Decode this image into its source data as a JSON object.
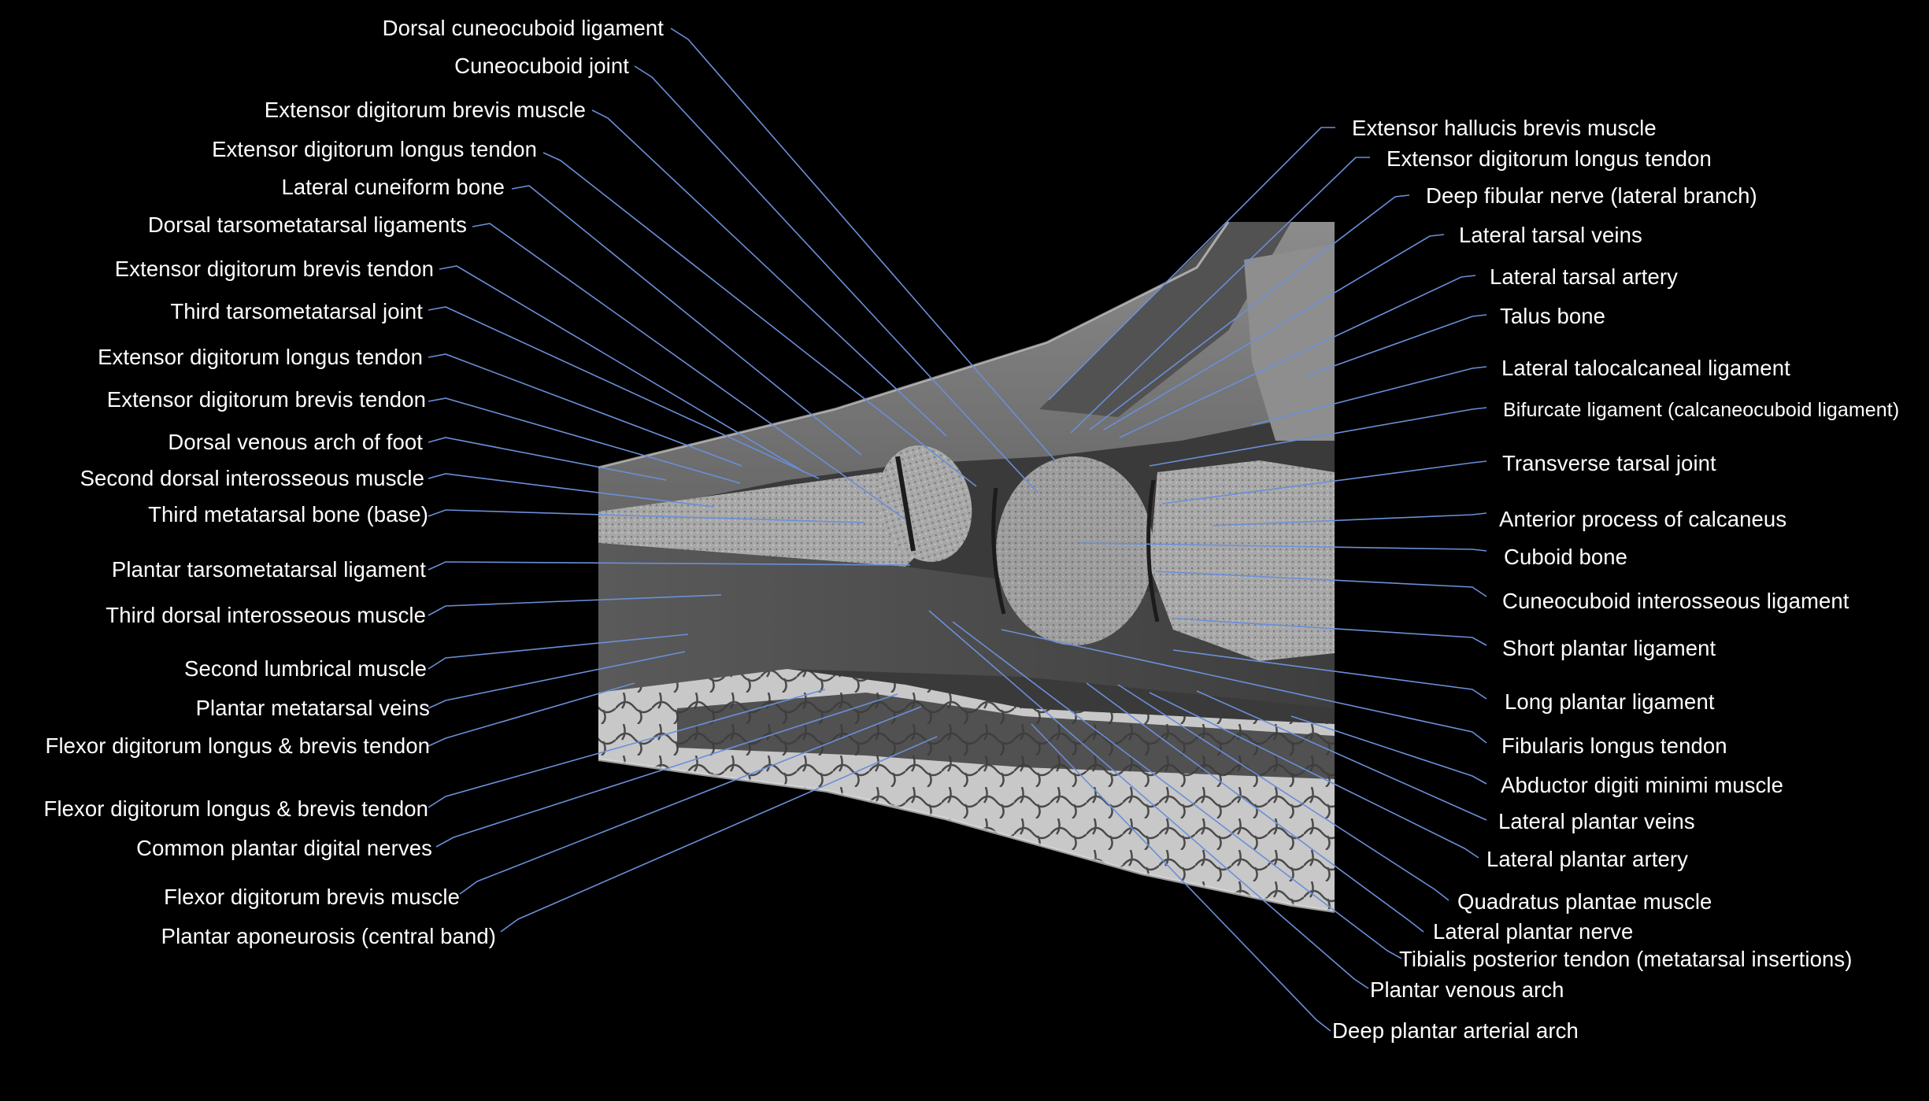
{
  "colors": {
    "background": "#000000",
    "leader_line": "#6a8fd8",
    "label_text": "#ffffff"
  },
  "image": {
    "description_icon": "mri-foot-sagittal-image"
  },
  "labels_left": [
    "Dorsal cuneocuboid ligament",
    "Cuneocuboid joint",
    "Extensor digitorum brevis muscle",
    "Extensor digitorum longus tendon",
    "Lateral cuneiform bone",
    "Dorsal tarsometatarsal ligaments",
    "Extensor digitorum brevis tendon",
    "Third tarsometatarsal joint",
    "Extensor digitorum longus tendon",
    "Extensor digitorum brevis tendon",
    "Dorsal venous arch of foot",
    "Second dorsal interosseous muscle",
    "Third metatarsal bone (base)",
    "Plantar tarsometatarsal ligament",
    "Third dorsal interosseous muscle",
    "Second lumbrical muscle",
    "Plantar metatarsal veins",
    "Flexor digitorum longus & brevis tendon",
    "Flexor digitorum longus & brevis tendon",
    "Common plantar digital nerves",
    "Flexor digitorum brevis muscle",
    "Plantar aponeurosis (central band)"
  ],
  "labels_right": [
    "Extensor hallucis brevis muscle",
    "Extensor digitorum longus tendon",
    "Deep fibular nerve (lateral branch)",
    "Lateral tarsal veins",
    "Lateral tarsal artery",
    "Talus bone",
    "Lateral talocalcaneal ligament",
    "Bifurcate ligament (calcaneocuboid ligament)",
    "Transverse tarsal joint",
    "Anterior process of calcaneus",
    "Cuboid bone",
    "Cuneocuboid interosseous ligament",
    "Short plantar ligament",
    "Long plantar ligament",
    "Fibularis longus tendon",
    "Abductor digiti minimi muscle",
    "Lateral plantar veins",
    "Lateral plantar artery",
    "Quadratus plantae muscle",
    "Lateral plantar nerve",
    "Tibialis posterior tendon (metatarsal insertions)",
    "Plantar venous arch",
    "Deep plantar arterial arch"
  ]
}
